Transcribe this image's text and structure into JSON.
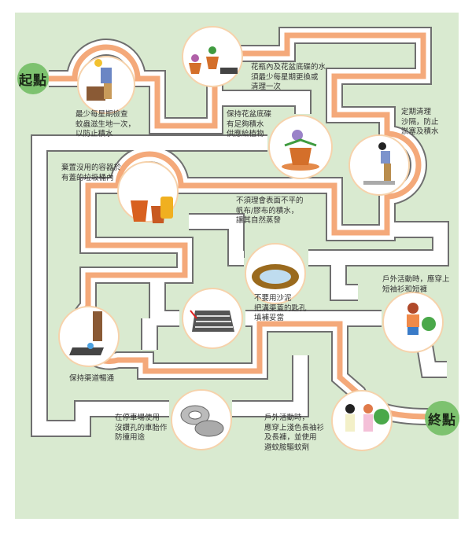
{
  "start_label": "起點",
  "end_label": "終點",
  "colors": {
    "background": "#d9ead0",
    "path": "#f4a97a",
    "node": "#7dc26f"
  },
  "captions": [
    {
      "id": "check-weekly",
      "lines": [
        "最少每星期檢查",
        "蚊蟲滋生地一次，",
        "以防止積水"
      ]
    },
    {
      "id": "vase-water",
      "lines": [
        "花瓶內及花盆底碟的水",
        "須最少每星期更換或",
        "清理一次"
      ]
    },
    {
      "id": "saucer-water",
      "lines": [
        "保持花盆底碟",
        "有足夠積水",
        "供應給植物"
      ]
    },
    {
      "id": "clean-drain",
      "lines": [
        "定期清理",
        "沙隔，防止",
        "淤塞及積水"
      ]
    },
    {
      "id": "dispose-containers",
      "lines": [
        "棄置沒用的容器於",
        "有蓋的垃圾桶內"
      ]
    },
    {
      "id": "tarp-water",
      "lines": [
        "不須理會表面不平的",
        "帆布/膠布的積水，",
        "讓其自然蒸發"
      ]
    },
    {
      "id": "short-clothes",
      "lines": [
        "戶外活動時，應穿上",
        "短袖衫和短褲"
      ]
    },
    {
      "id": "fill-keyholes",
      "lines": [
        "不要用沙泥",
        "把溝渠蓋的匙孔",
        "填補妥當"
      ]
    },
    {
      "id": "keep-channels",
      "lines": [
        "保持渠道暢通"
      ]
    },
    {
      "id": "tyres",
      "lines": [
        "在停車場使用",
        "沒鑽孔的車胎作",
        "防撞用途"
      ]
    },
    {
      "id": "long-clothes",
      "lines": [
        "戶外活動時，",
        "應穿上淺色長袖衫",
        "及長褲，並使用",
        "避蚊胺驅蚊劑"
      ]
    }
  ]
}
